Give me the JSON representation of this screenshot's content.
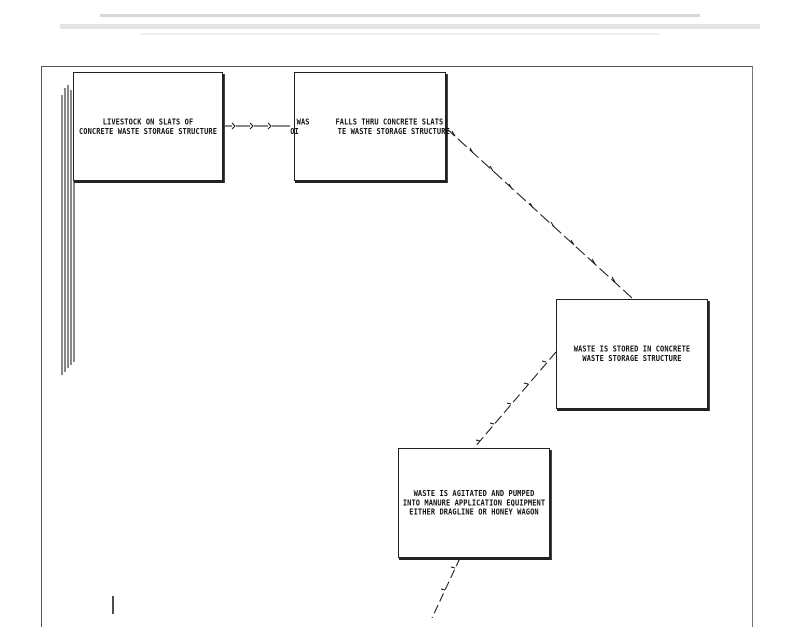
{
  "diagram": {
    "steps": [
      {
        "id": "livestock",
        "text": "LIVESTOCK ON SLATS OF\nCONCRETE WASTE STORAGE STRUCTURE"
      },
      {
        "id": "falls",
        "text": "WAS      FALLS THRU CONCRETE SLATS\nOI         TE WASTE STORAGE STRUCTURE"
      },
      {
        "id": "stored",
        "text": "WASTE IS STORED IN CONCRETE\nWASTE STORAGE STRUCTURE"
      },
      {
        "id": "agitated",
        "text": "WASTE IS AGITATED AND PUMPED\nINTO MANURE APPLICATION EQUIPMENT\nEITHER DRAGLINE OR HONEY WAGON"
      }
    ]
  },
  "colors": {
    "ink": "#111111",
    "page_border": "#555555"
  }
}
